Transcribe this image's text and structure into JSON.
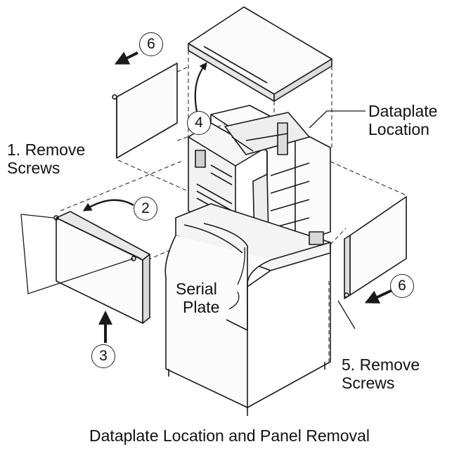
{
  "callouts": {
    "remove_screws_1": {
      "line1": "1. Remove",
      "line2": "Screws"
    },
    "remove_screws_5": {
      "line1": "5. Remove",
      "line2": "Screws"
    },
    "dataplate_location": {
      "line1": "Dataplate",
      "line2": "Location"
    },
    "serial_plate": {
      "line1": "Serial",
      "line2": "Plate"
    }
  },
  "step_numbers": [
    "2",
    "3",
    "4",
    "6",
    "6"
  ],
  "caption": "Dataplate Location and Panel Removal",
  "colors": {
    "line": "#1a1a1a",
    "background": "#ffffff",
    "fill": "#f4f4f4"
  }
}
